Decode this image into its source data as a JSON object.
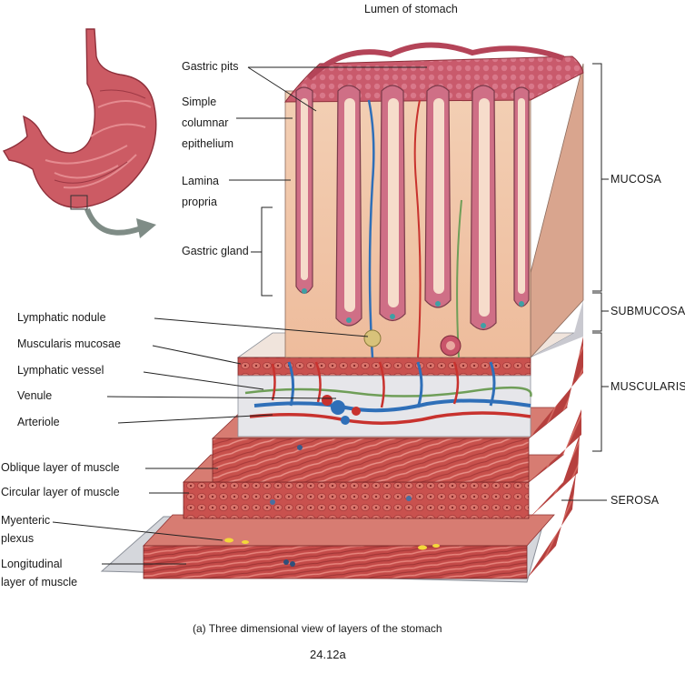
{
  "top_label": "Lumen of stomach",
  "left_labels": {
    "gastric_pits": "Gastric pits",
    "simple_columnar_epithelium": [
      "Simple",
      "columnar",
      "epithelium"
    ],
    "lamina_propria": [
      "Lamina",
      "propria"
    ],
    "gastric_gland": "Gastric gland",
    "lymphatic_nodule": "Lymphatic nodule",
    "muscularis_mucosae": "Muscularis mucosae",
    "lymphatic_vessel": "Lymphatic vessel",
    "venule": "Venule",
    "arteriole": "Arteriole",
    "oblique_layer": "Oblique layer of muscle",
    "circular_layer": "Circular layer of muscle",
    "myenteric_plexus": [
      "Myenteric",
      "plexus"
    ],
    "longitudinal_layer": [
      "Longitudinal",
      "layer of muscle"
    ]
  },
  "right_labels": {
    "mucosa": "MUCOSA",
    "submucosa": "SUBMUCOSA",
    "muscularis": "MUSCULARIS",
    "serosa": "SEROSA"
  },
  "caption": "(a) Three dimensional view of layers of the stomach",
  "figure_number": "24.12a",
  "colors": {
    "mucosa_pink": "#c9546a",
    "lamina_tan": "#f0c8a8",
    "submucosa_gray": "#e6e6ea",
    "muscle_red": "#c24a48",
    "vein_blue": "#2f6fb8",
    "artery_red": "#c8322e",
    "lymph_green": "#6f9e58"
  }
}
